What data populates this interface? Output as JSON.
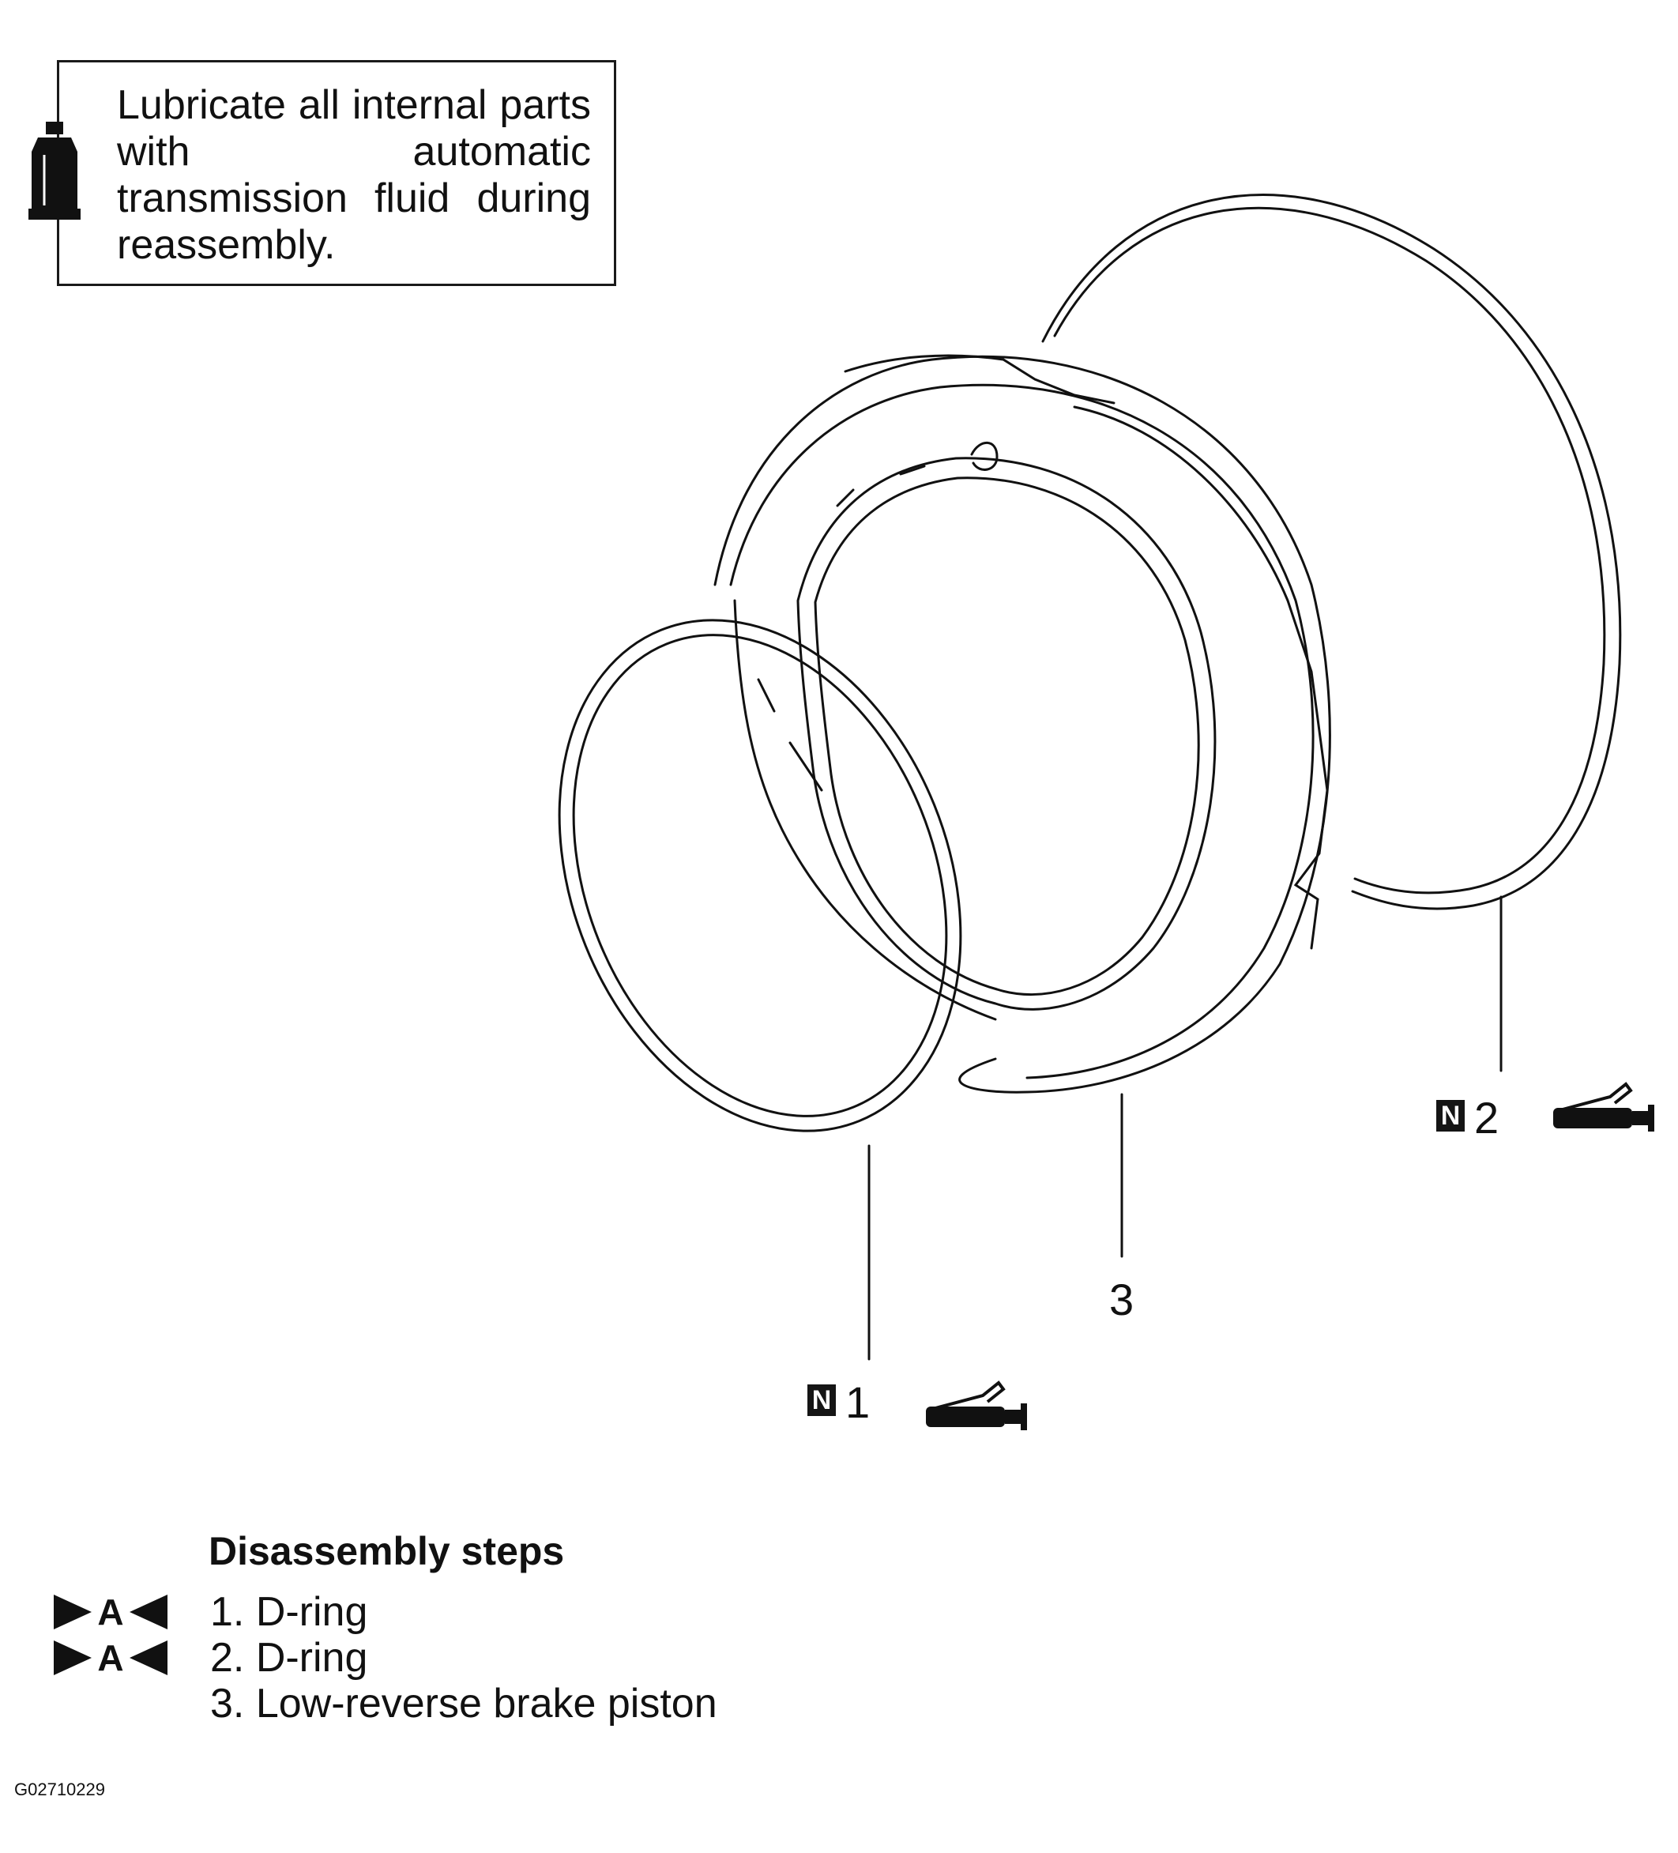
{
  "note": {
    "text": "Lubricate all internal parts with automatic transmission fluid during reassembly.",
    "icon": "atf-bottle-icon"
  },
  "callouts": {
    "c1": "1",
    "c2": "2",
    "c3": "3",
    "n_badge": "N"
  },
  "steps": {
    "title": "Disassembly steps",
    "marker": "A",
    "items": [
      "1. D-ring",
      "2. D-ring",
      "3. Low-reverse brake piston"
    ]
  },
  "image_code": "G02710229",
  "colors": {
    "ink": "#111111",
    "paper": "#ffffff"
  }
}
